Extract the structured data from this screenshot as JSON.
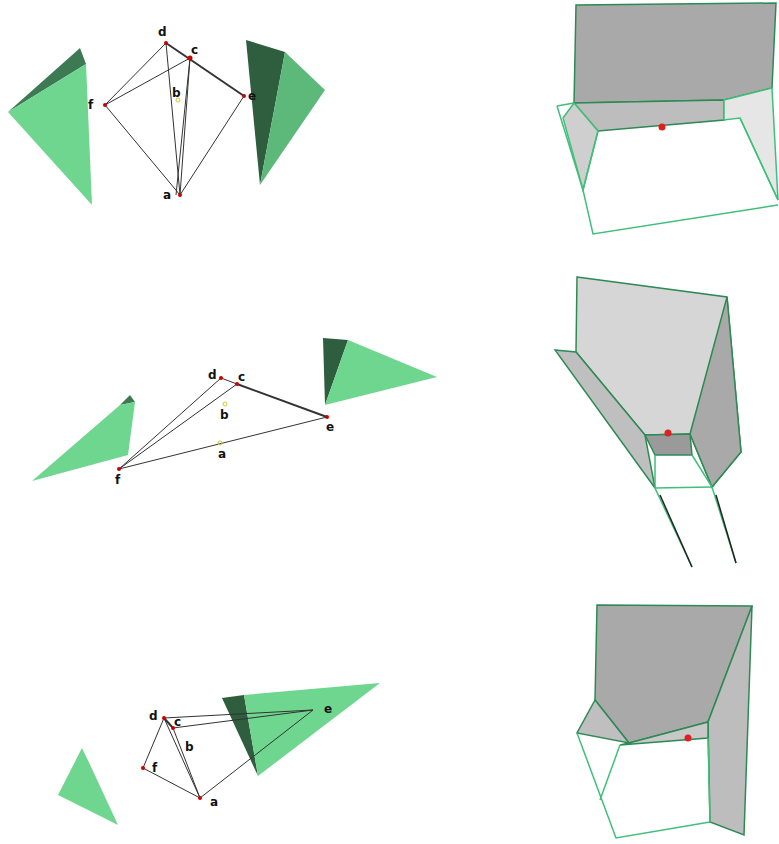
{
  "diagram": {
    "labels": [
      "d",
      "c",
      "b",
      "f",
      "e",
      "a",
      "d",
      "c",
      "b",
      "e",
      "f",
      "a",
      "d",
      "c",
      "b",
      "e",
      "f",
      "a"
    ]
  }
}
